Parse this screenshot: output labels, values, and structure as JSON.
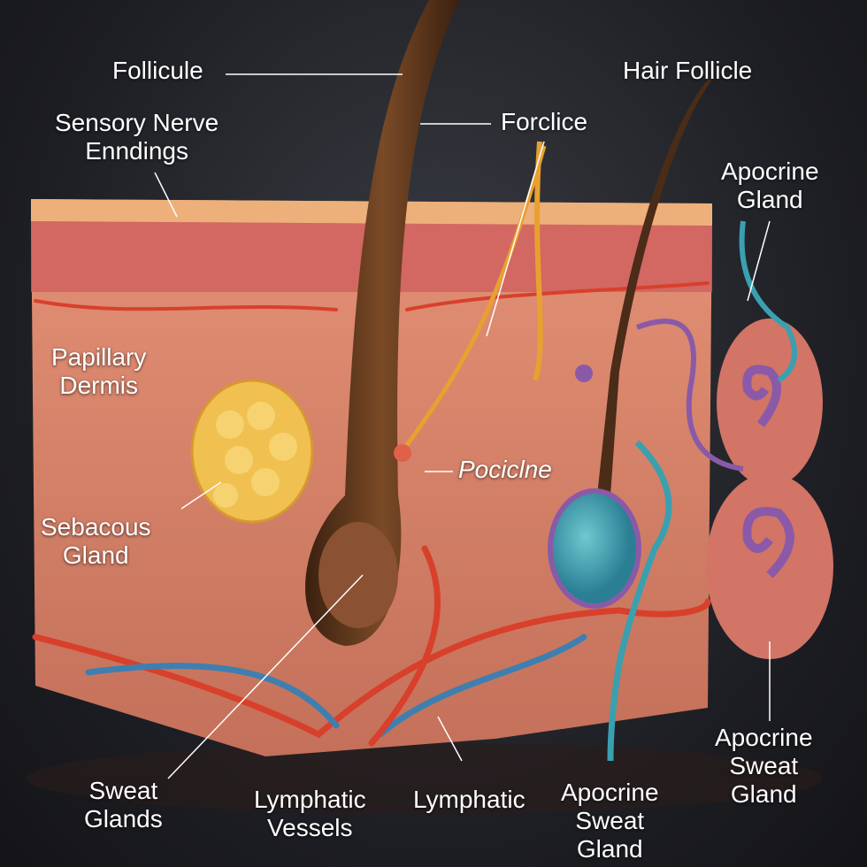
{
  "labels": {
    "follicule": "Follicule",
    "sensory_nerve_endings": [
      "Sensory Nerve",
      "Enndings"
    ],
    "forclice": "Forclice",
    "hair_follicle": "Hair Follicle",
    "apocrine_gland": [
      "Apocrine",
      "Gland"
    ],
    "papillary_dermis": [
      "Papillary",
      "Dermis"
    ],
    "pociclne": "Pociclne",
    "sebacous_gland": [
      "Sebacous",
      "Gland"
    ],
    "sweat_glands": [
      "Sweat",
      "Glands"
    ],
    "lymphatic_vessels": [
      "Lymphatic",
      "Vessels"
    ],
    "lymphatic": "Lymphatic",
    "apocrine_sweat_gland_bottom": [
      "Apocrine",
      "Sweat",
      "Gland"
    ],
    "apocrine_sweat_gland_right": [
      "Apocrine",
      "Sweat",
      "Gland"
    ]
  },
  "colors": {
    "skin": "#d9806a",
    "epidermis": "#e8a070",
    "hair": "#5a3418",
    "artery": "#d8402c",
    "vein": "#3f7fb0",
    "nerve": "#e8a030",
    "gland_blue": "#3aa0b0",
    "gland_purple": "#8a5aa8",
    "sebaceous": "#f0c050"
  }
}
